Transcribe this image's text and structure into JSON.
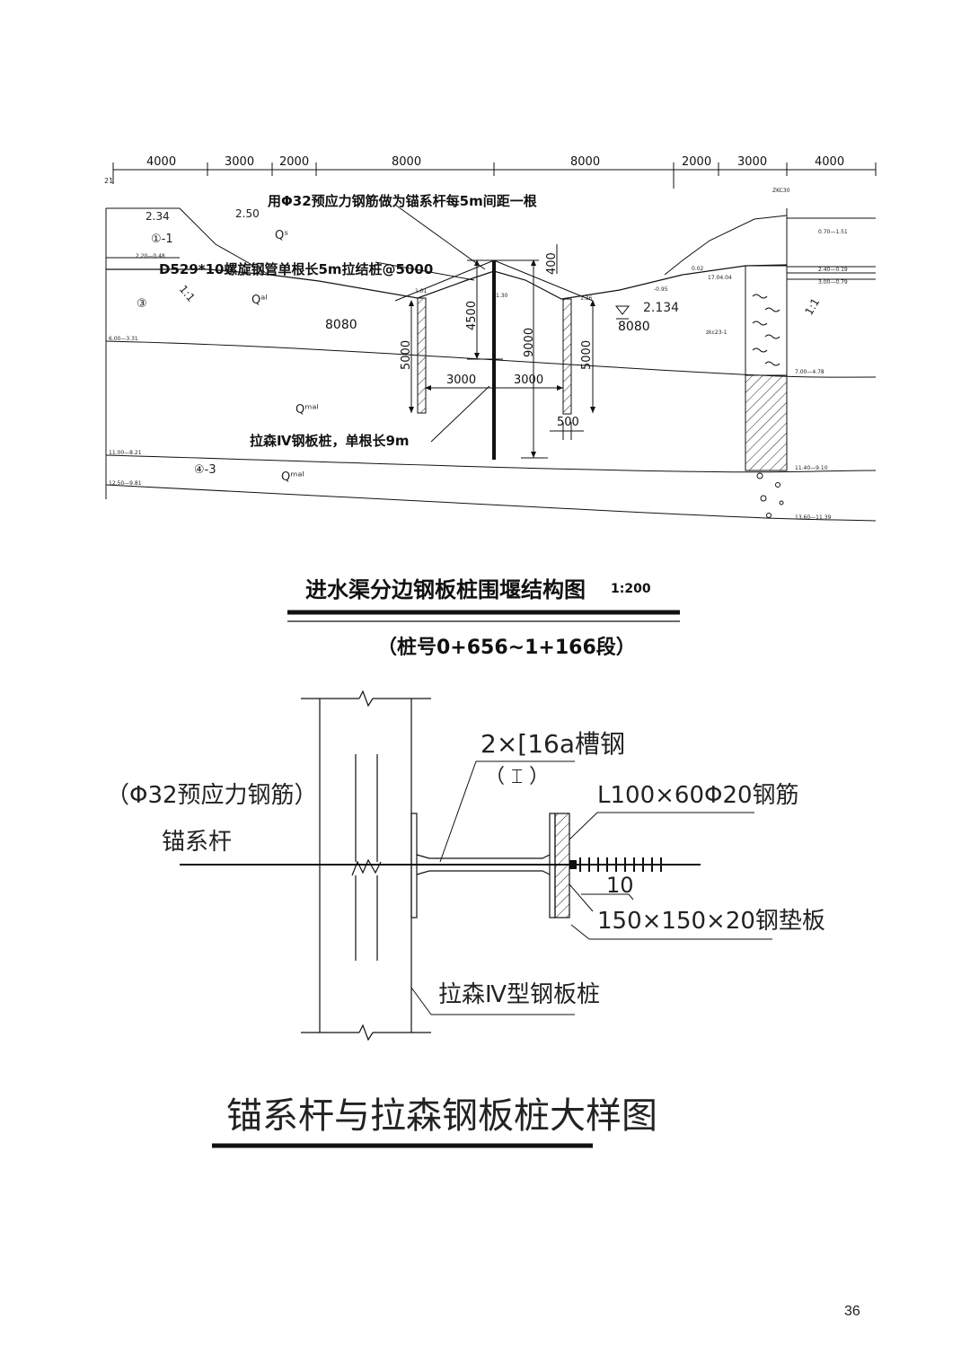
{
  "cross_section": {
    "dim_top": [
      "4000",
      "3000",
      "2000",
      "8000",
      "8000",
      "2000",
      "3000",
      "4000"
    ],
    "note_anchor": "用Φ32预应力钢筋做为锚系杆每5m间距一根",
    "note_pile": "D529*10螺旋钢管单根长5m拉结桩@5000",
    "note_sheet": "拉森Ⅳ钢板桩，单根长9m",
    "dims_vertical": [
      "400",
      "4500",
      "9000",
      "5000",
      "5000"
    ],
    "dims_horizontal": [
      "3000",
      "3000",
      "500"
    ],
    "water_level": "2.134",
    "slope_left": "1:1",
    "slope_right": "1:1",
    "elev_left_top": "2.34",
    "elev_left_mid": "2.50",
    "layer_labels": [
      "①-1",
      "③",
      "④-3"
    ],
    "geo_labels": [
      "Qˢ",
      "Qᵃˡ",
      "Qᵐᵃˡ",
      "Qᵐᵃˡ"
    ],
    "gravel_marks": [
      "8080",
      "8080"
    ],
    "depth_labels": [
      "6.00—3.31",
      "11.00—8.21",
      "12.50—9.81",
      "7.00—4.78",
      "11.40—9.10",
      "13.60—11.39"
    ],
    "small_labels": [
      "2.20—0.48",
      "1.01",
      "1.30",
      "1.36",
      "-0.95",
      "0.02",
      "17.04.04",
      "0.70—1.51",
      "2.40—0.19",
      "3.00—0.79",
      "zkc23-1",
      "21",
      "ZKC30"
    ]
  },
  "title_block": {
    "title": "进水渠分边钢板桩围堰结构图",
    "scale": "1:200",
    "subtitle": "（桩号0+656~1+166段）"
  },
  "detail": {
    "label_channel": "2×[16a槽钢",
    "label_channel_sub": "（ ⌶ ）",
    "label_bar": "L100×60Φ20钢筋",
    "label_prestress": "（Φ32预应力钢筋）",
    "label_anchor": "锚系杆",
    "label_weld": "10",
    "label_plate": "150×150×20钢垫板",
    "label_sheet_pile": "拉森Ⅳ型钢板桩",
    "title": "锚系杆与拉森钢板桩大样图"
  },
  "page_number": "36"
}
